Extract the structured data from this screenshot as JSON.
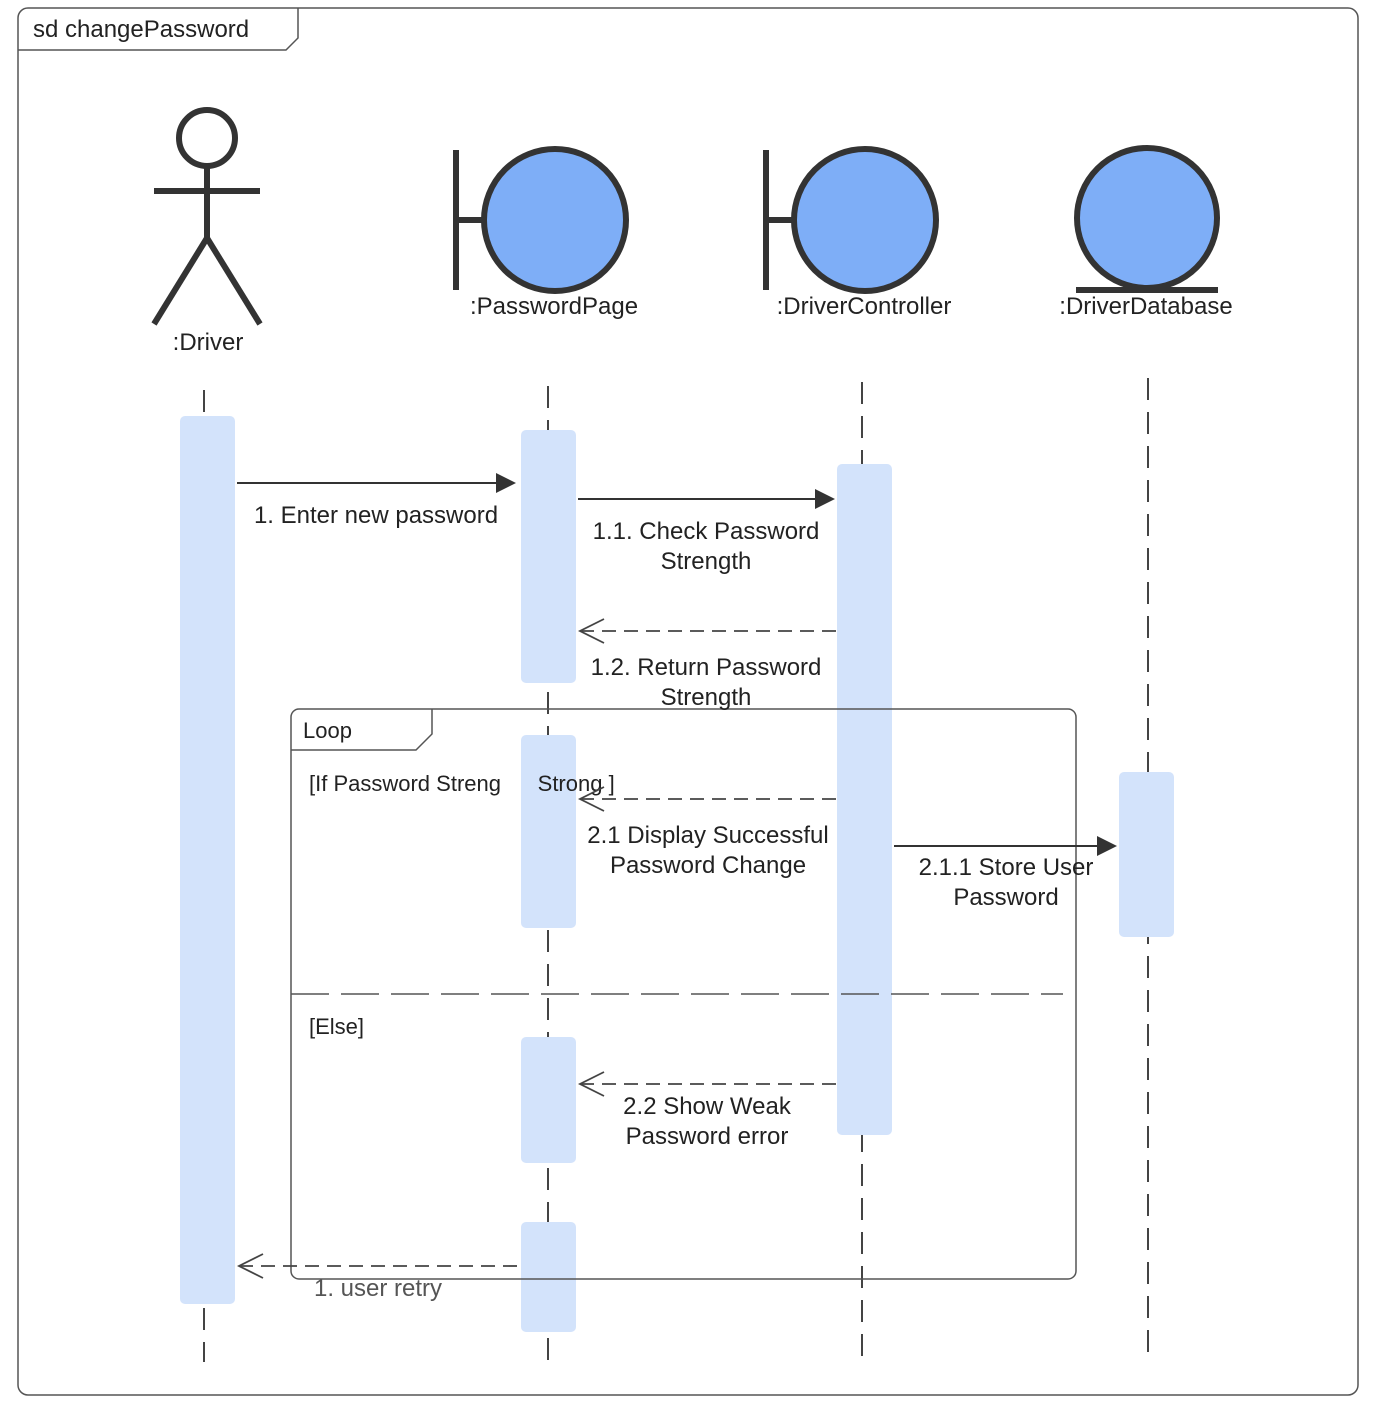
{
  "diagram": {
    "frame_label": "sd  changePassword",
    "participants": {
      "driver": ":Driver",
      "password_page": ":PasswordPage",
      "driver_controller": ":DriverController",
      "driver_database": ":DriverDatabase"
    },
    "messages": {
      "m1": "1. Enter new password",
      "m1_1_line1": "1.1. Check Password",
      "m1_1_line2": "Strength",
      "m1_2_line1": "1.2. Return Password",
      "m1_2_line2": "Strength",
      "m2_1_line1": "2.1 Display Successful",
      "m2_1_line2": "Password Change",
      "m2_1_1_line1": "2.1.1 Store User",
      "m2_1_1_line2": "Password",
      "m2_2_line1": "2.2 Show Weak",
      "m2_2_line2": "Password error",
      "m_retry": "1. user retry"
    },
    "fragment": {
      "operator": "Loop",
      "guard_if": "[If Password Streng      Strong ]",
      "guard_else": "[Else]"
    },
    "colors": {
      "activation": "#d3e3fb",
      "entity_fill": "#7eaef7",
      "stroke": "#333333"
    }
  }
}
